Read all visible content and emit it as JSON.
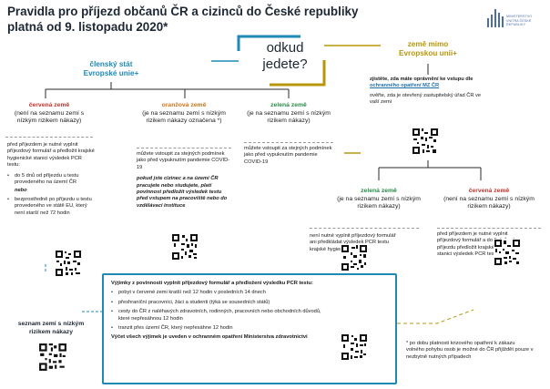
{
  "title": {
    "line1": "Pravidla pro příjezd občanů ČR a cizinců do České republiky",
    "line2": "platná od 9. listopadu 2020*"
  },
  "logo": {
    "text": "MINISTERSTVO VNITRA ČESKÉ REPUBLIKY"
  },
  "question": {
    "line1": "odkud",
    "line2": "jedete?"
  },
  "eu": {
    "line1": "členský stát",
    "line2": "Evropské unie+"
  },
  "non_eu": {
    "header_line1": "země mimo",
    "header_line2": "Evropskou unii+",
    "check_text_1": "zjistěte, zda máte oprávnění ke vstupu dle",
    "check_link": "ochranného opatření MZ ČR",
    "check_text_2": "ověřte, zda je otevřený zastupitelský úřad ČR ve vaší zemi",
    "green": {
      "title": "zelená země",
      "subtitle": "(je na seznamu zemí s nízkým rizikem nákazy)",
      "text": "není nutné vyplnit příjezdový formulář ani předkládat výsledek PCR testu krajské hygienické stanici"
    },
    "red": {
      "title": "červená země",
      "subtitle": "(není na seznamu zemí s nízkým rizikem nákazy)",
      "text": "před příjezdem je nutné vyplnit příjezdový formulář a do 5 dnů od příjezdu předložit krajské hygienické stanici výsledek PCR testu"
    }
  },
  "red": {
    "title": "červená země",
    "subtitle": "(není na seznamu zemí s nízkým rizikem nákazy)",
    "intro": "před příjezdem je nutné vyplnit příjezdový formulář a předložit krajské hygienické stanici výsledek PCR testu:",
    "opt1": "do 5 dnů od příjezdu u testu provedeného na území ČR",
    "or": "nebo",
    "opt2": "bezprostředně po příjezdu u testu provedeného ve státě EU, který není starší než 72 hodin"
  },
  "orange": {
    "title": "oranžová země",
    "subtitle": "(je na seznamu zemí s nízkým rizikem nákazy označena *)",
    "text": "můžete vstoupit za stejných podmínek jako před vypuknutím pandemie COVID-19",
    "note": "pokud jste cizinec a na území ČR pracujete nebo studujete, platí povinnost předložit výsledek testu před vstupem na pracoviště nebo do vzdělávací instituce"
  },
  "green": {
    "title": "zelená země",
    "subtitle": "(je na seznamu zemí s nízkým rizikem nákazy)",
    "text": "můžete vstoupit za stejných podmínek jako před vypuknutím pandemie COVID-19"
  },
  "low_risk_list": {
    "line1": "seznam zemí s nízkým",
    "line2": "rizikem nákazy"
  },
  "exceptions": {
    "title": "Výjimky z povinnosti vyplnit příjezdový formulář a předložení výsledku PCR testu:",
    "items": [
      "pobyt v červené zemi kratší než 12 hodin v posledních 14 dnech",
      "přeshraniční pracovníci, žáci a studenti (týká se sousedních států)",
      "cesty do ČR z naléhavých zdravotních, rodinných, pracovních nebo obchodních důvodů, které nepřesáhnou 12 hodin",
      "tranzit přes území ČR, který nepřesáhne 12 hodin"
    ],
    "footer": "Výčet všech výjimek je uveden v ochranném opatření Ministerstva zdravotnictví"
  },
  "footnote": "* po dobu platnosti krizového opatření k zákazu volného pohybu osob je možné do ČR přijíždět pouze v nezbytně nutných případech",
  "colors": {
    "blue": "#1f8ab6",
    "gold": "#b8960c",
    "red": "#c7352e",
    "orange": "#d3731a",
    "green": "#2a8a4a"
  }
}
